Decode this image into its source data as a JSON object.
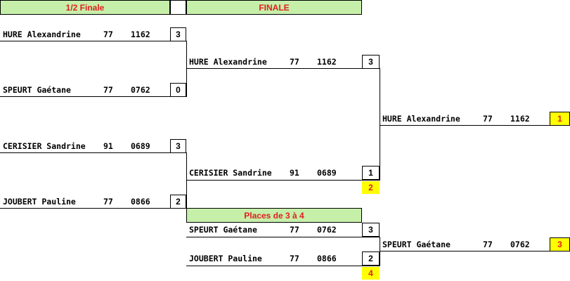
{
  "headers": {
    "semi": "1/2 Finale",
    "final": "FINALE",
    "places": "Places de 3 à 4"
  },
  "semifinal": [
    {
      "name": "HURE Alexandrine",
      "dept": "77",
      "id": "1162",
      "score": "3"
    },
    {
      "name": "SPEURT Gaétane",
      "dept": "77",
      "id": "0762",
      "score": "0"
    },
    {
      "name": "CERISIER Sandrine",
      "dept": "91",
      "id": "0689",
      "score": "3"
    },
    {
      "name": "JOUBERT Pauline",
      "dept": "77",
      "id": "0866",
      "score": "2"
    }
  ],
  "final": [
    {
      "name": "HURE Alexandrine",
      "dept": "77",
      "id": "1162",
      "score": "3"
    },
    {
      "name": "CERISIER Sandrine",
      "dept": "91",
      "id": "0689",
      "score": "1",
      "rank": "2"
    }
  ],
  "winner": {
    "name": "HURE Alexandrine",
    "dept": "77",
    "id": "1162",
    "rank": "1"
  },
  "third_place_match": [
    {
      "name": "SPEURT Gaétane",
      "dept": "77",
      "id": "0762",
      "score": "3"
    },
    {
      "name": "JOUBERT Pauline",
      "dept": "77",
      "id": "0866",
      "score": "2",
      "rank": "4"
    }
  ],
  "third_place_winner": {
    "name": "SPEURT Gaétane",
    "dept": "77",
    "id": "0762",
    "rank": "3"
  },
  "colors": {
    "header_bg": "#c6efa9",
    "header_text": "#e02020",
    "rank_bg": "#ffff00"
  }
}
